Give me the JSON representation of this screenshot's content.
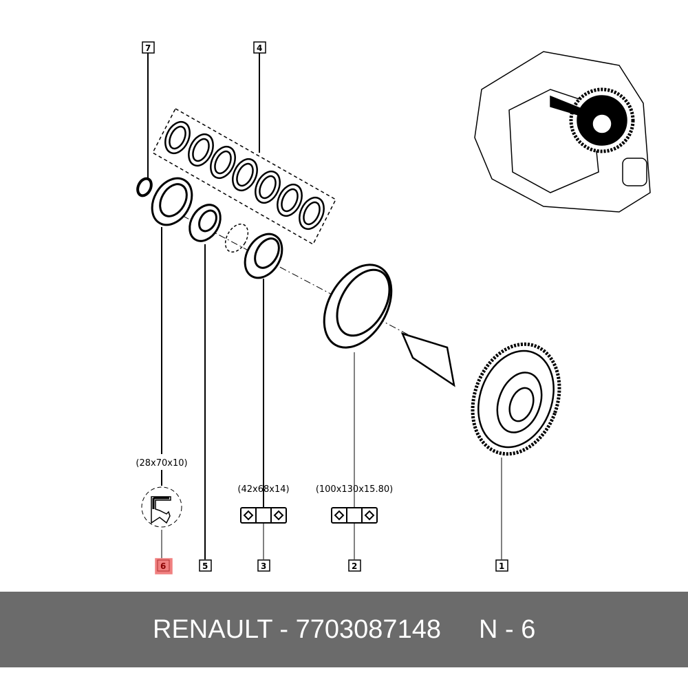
{
  "callouts": {
    "c1": "1",
    "c2": "2",
    "c3": "3",
    "c4": "4",
    "c5": "5",
    "c6": "6",
    "c7": "7"
  },
  "dimensions": {
    "part6": "(28x70x10)",
    "part3": "(42x68x14)",
    "part2": "(100x130x15.80)"
  },
  "highlight_color": "#f08080",
  "footer": {
    "brand_part": "RENAULT - 7703087148",
    "position": "N - 6"
  }
}
